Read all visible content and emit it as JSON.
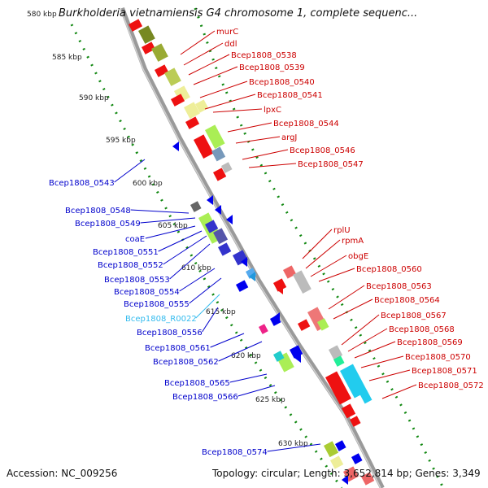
{
  "title": "Burkholderia vietnamiensis G4 chromosome 1, complete sequenc...",
  "accession": "Accession: NC_009256",
  "topology": "Topology: circular; Length: 3,652,814 bp; Genes: 3,349",
  "colors": {
    "forward_label": "#cc0000",
    "reverse_label": "#0000cc",
    "rna_label": "#33bbee",
    "backbone": "#999999",
    "ruler": "#118811"
  },
  "ticks": [
    "580 kbp",
    "585 kbp",
    "590 kbp",
    "595 kbp",
    "600 kbp",
    "605 kbp",
    "610 kbp",
    "615 kbp",
    "620 kbp",
    "625 kbp",
    "630 kbp"
  ],
  "forward_labels": [
    "murC",
    "ddl",
    "Bcep1808_0538",
    "Bcep1808_0539",
    "Bcep1808_0540",
    "Bcep1808_0541",
    "lpxC",
    "Bcep1808_0544",
    "argJ",
    "Bcep1808_0546",
    "Bcep1808_0547",
    "rplU",
    "rpmA",
    "obgE",
    "Bcep1808_0560",
    "Bcep1808_0563",
    "Bcep1808_0564",
    "Bcep1808_0567",
    "Bcep1808_0568",
    "Bcep1808_0569",
    "Bcep1808_0570",
    "Bcep1808_0571",
    "Bcep1808_0572"
  ],
  "reverse_labels": [
    "Bcep1808_0543",
    "Bcep1808_0548",
    "Bcep1808_0549",
    "coaE",
    "Bcep1808_0551",
    "Bcep1808_0552",
    "Bcep1808_0553",
    "Bcep1808_0554",
    "Bcep1808_0555",
    "Bcep1808_R0022",
    "Bcep1808_0556",
    "Bcep1808_0561",
    "Bcep1808_0562",
    "Bcep1808_0565",
    "Bcep1808_0566",
    "Bcep1808_0574"
  ]
}
